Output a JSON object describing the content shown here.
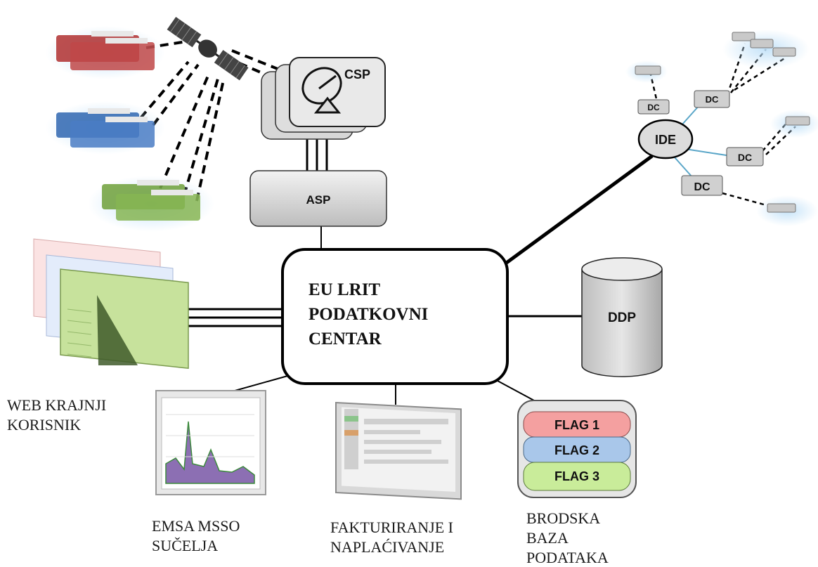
{
  "nodes": {
    "csp": "CSP",
    "asp": "ASP",
    "ide": "IDE",
    "ddp": "DDP",
    "dc_labels": [
      "DC",
      "DC",
      "DC",
      "DC"
    ],
    "center_lines": [
      "EU LRIT",
      "PODATKOVNI",
      "CENTAR"
    ],
    "flags": [
      "FLAG 1",
      "FLAG 2",
      "FLAG 3"
    ]
  },
  "captions": {
    "web": [
      "WEB KRAJNJI",
      "KORISNIK"
    ],
    "emsa": [
      "EMSA MSSO",
      "SUČELJA"
    ],
    "billing": [
      "FAKTURIRANJE I",
      "NAPLAĆIVANJE"
    ],
    "ship_db": [
      "BRODSKA",
      "BAZA",
      "PODATAKA"
    ]
  },
  "colors": {
    "flag1": "#f4a0a0",
    "flag2": "#a9c7ea",
    "flag3": "#c9ec9a",
    "ship_red": "#b03030",
    "ship_blue": "#2f66b0",
    "ship_green": "#6ea03a",
    "glow": "#bfe0f8",
    "box_gray": "#d9d9d9"
  }
}
